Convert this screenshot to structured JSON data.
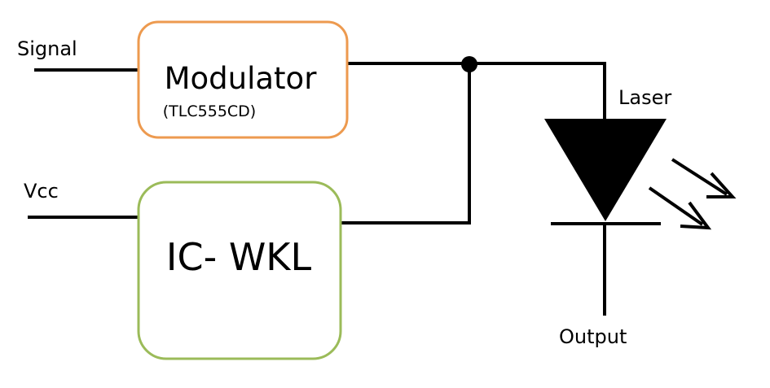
{
  "inputs": {
    "signal": "Signal",
    "vcc": "Vcc"
  },
  "blocks": {
    "modulator": {
      "title": "Modulator",
      "subtitle": "(TLC555CD)",
      "border_color": "#ED9A4F"
    },
    "ic_wkl": {
      "title": "IC- WKL",
      "border_color": "#9BBB59"
    }
  },
  "components": {
    "laser": "Laser",
    "output": "Output"
  },
  "colors": {
    "wire": "#000000",
    "background": "#FFFFFF"
  },
  "icons": {
    "laser_symbol": "laser-diode-icon",
    "emission_arrows": "light-emission-arrows-icon",
    "junction": "junction-dot-icon"
  }
}
